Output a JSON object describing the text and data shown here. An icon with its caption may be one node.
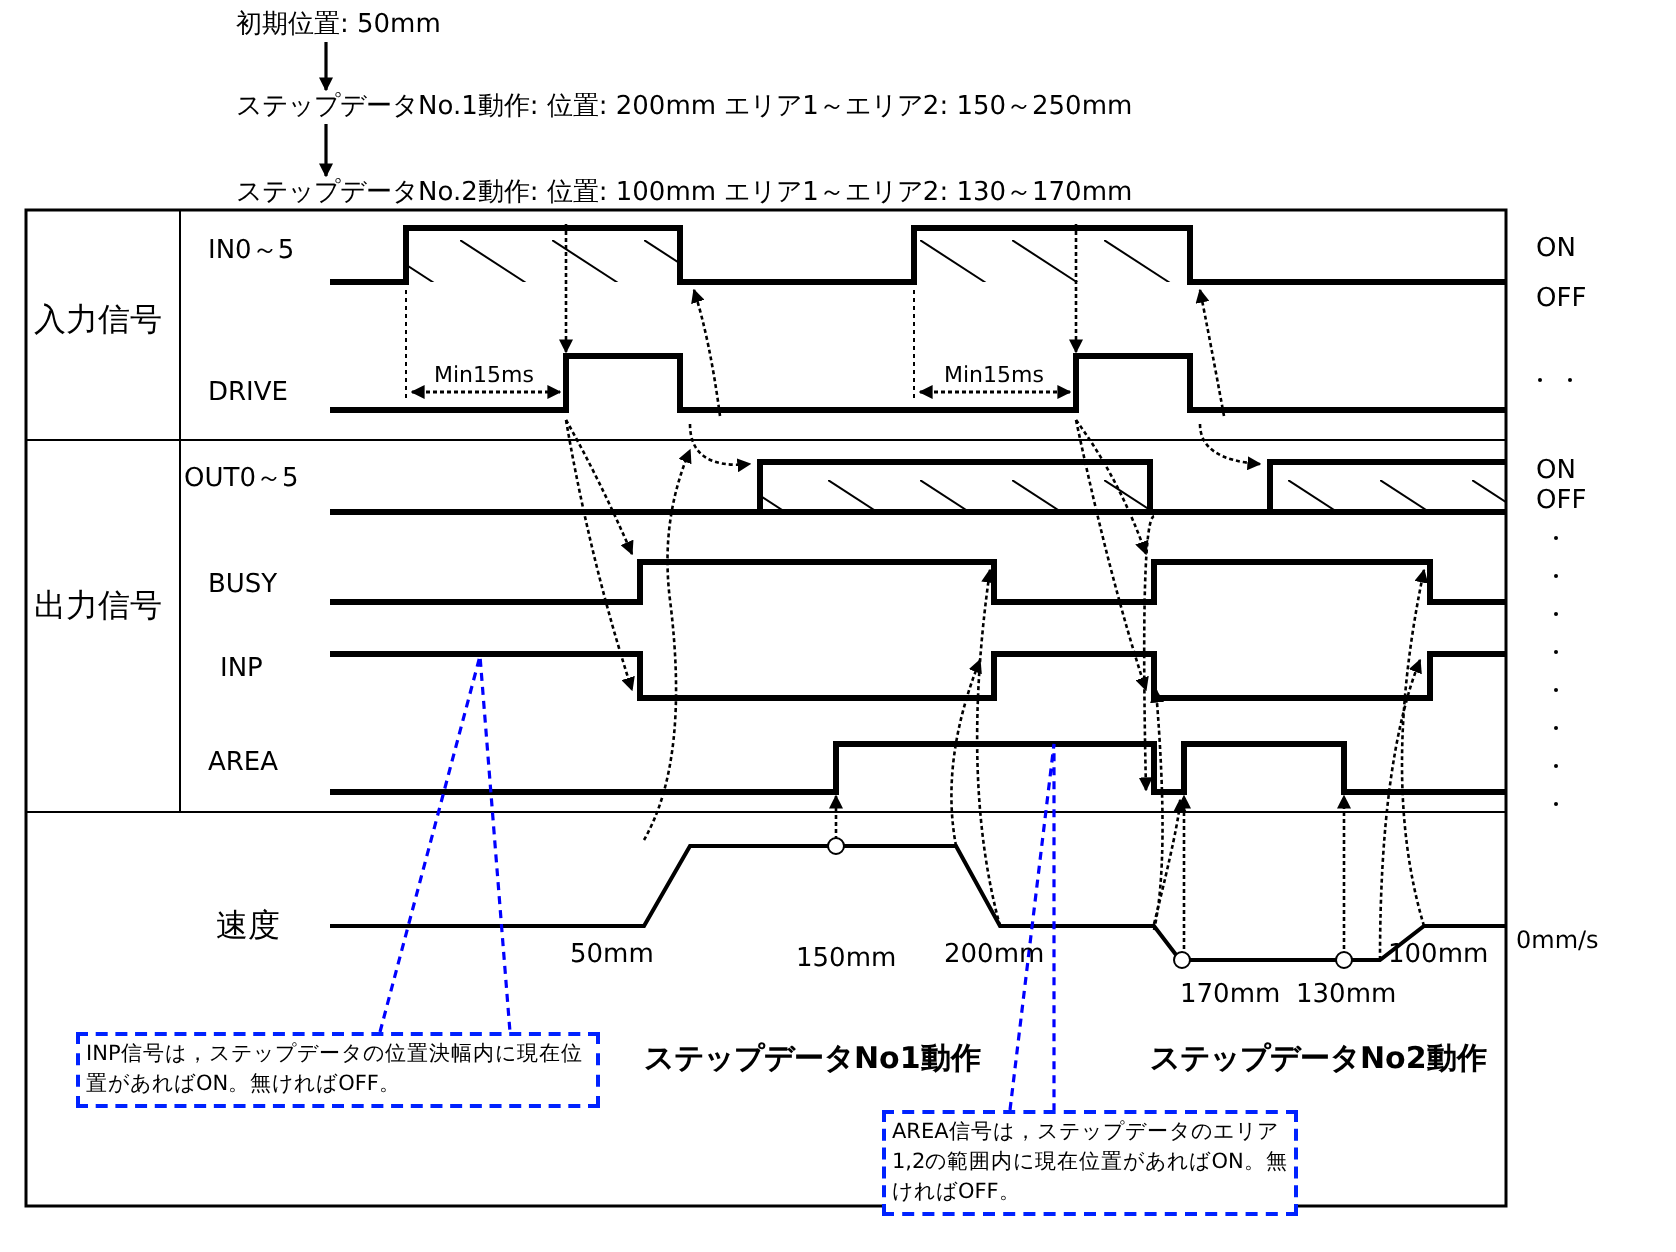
{
  "diagram": {
    "nodes": [
      {
        "text": [
          "初期位置: 50mm"
        ]
      },
      {
        "text": [
          "ステップデータNo.1動作:  位置: 200mm  エリア1～エリア2: 150～250mm"
        ]
      },
      {
        "text": [
          "ステップデータNo.2動作:  位置: 100mm  エリア1～エリア2: 130～170mm"
        ]
      },
      {
        "text": [
          "INP信号は，ステップデータの位置決幅内に現在位置があればON。無ければOFF。"
        ]
      },
      {
        "text": [
          "AREA信号は，ステップデータのエリア1,2の範囲内に現在位置があればON。無ければOFF。"
        ]
      }
    ],
    "edges": [
      {
        "from": 0,
        "to": 1,
        "arrow": "to"
      },
      {
        "from": 1,
        "to": 2,
        "arrow": "to"
      },
      {
        "from": 3,
        "to": null,
        "arrow": "none",
        "style": "dashed",
        "color": "#0000ff"
      },
      {
        "from": 4,
        "to": null,
        "arrow": "none",
        "style": "dashed",
        "color": "#0000ff"
      }
    ],
    "labels": [
      "入力信号",
      "IN0～5",
      "ON",
      "OFF",
      "Min15ms",
      "Min15ms",
      "DRIVE",
      "出力信号",
      "OUT0～5",
      "ON",
      "OFF",
      "BUSY",
      "INP",
      "AREA",
      "速度",
      "0mm/s",
      "50mm",
      "150mm",
      "200mm",
      "100mm",
      "170mm",
      "130mm",
      "ステップデータNo1動作",
      "ステップデータNo2動作"
    ]
  }
}
